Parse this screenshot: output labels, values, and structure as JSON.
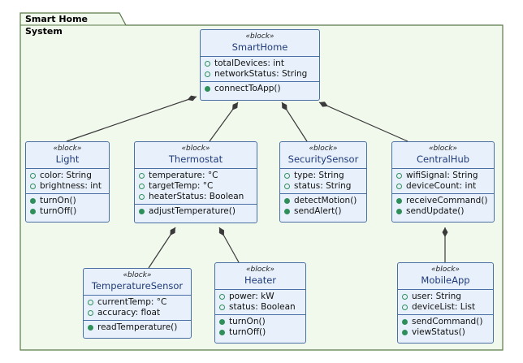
{
  "package": {
    "label": "Smart Home System"
  },
  "blocks": {
    "smarthome": {
      "stereotype": "«block»",
      "name": "SmartHome",
      "attributes": [
        "totalDevices: int",
        "networkStatus: String"
      ],
      "operations": [
        "connectToApp()"
      ]
    },
    "light": {
      "stereotype": "«block»",
      "name": "Light",
      "attributes": [
        "color: String",
        "brightness: int"
      ],
      "operations": [
        "turnOn()",
        "turnOff()"
      ]
    },
    "thermostat": {
      "stereotype": "«block»",
      "name": "Thermostat",
      "attributes": [
        "temperature: °C",
        "targetTemp: °C",
        "heaterStatus: Boolean"
      ],
      "operations": [
        "adjustTemperature()"
      ]
    },
    "securitysensor": {
      "stereotype": "«block»",
      "name": "SecuritySensor",
      "attributes": [
        "type: String",
        "status: String"
      ],
      "operations": [
        "detectMotion()",
        "sendAlert()"
      ]
    },
    "centralhub": {
      "stereotype": "«block»",
      "name": "CentralHub",
      "attributes": [
        "wifiSignal: String",
        "deviceCount: int"
      ],
      "operations": [
        "receiveCommand()",
        "sendUpdate()"
      ]
    },
    "temperaturesensor": {
      "stereotype": "«block»",
      "name": "TemperatureSensor",
      "attributes": [
        "currentTemp: °C",
        "accuracy: float"
      ],
      "operations": [
        "readTemperature()"
      ]
    },
    "heater": {
      "stereotype": "«block»",
      "name": "Heater",
      "attributes": [
        "power: kW",
        "status: Boolean"
      ],
      "operations": [
        "turnOn()",
        "turnOff()"
      ]
    },
    "mobileapp": {
      "stereotype": "«block»",
      "name": "MobileApp",
      "attributes": [
        "user: String",
        "deviceList: List"
      ],
      "operations": [
        "sendCommand()",
        "viewStatus()"
      ]
    }
  },
  "relations": [
    {
      "whole": "smarthome",
      "part": "light",
      "kind": "composition"
    },
    {
      "whole": "smarthome",
      "part": "thermostat",
      "kind": "composition"
    },
    {
      "whole": "smarthome",
      "part": "securitysensor",
      "kind": "composition"
    },
    {
      "whole": "smarthome",
      "part": "centralhub",
      "kind": "composition"
    },
    {
      "whole": "thermostat",
      "part": "temperaturesensor",
      "kind": "composition"
    },
    {
      "whole": "thermostat",
      "part": "heater",
      "kind": "composition"
    },
    {
      "whole": "centralhub",
      "part": "mobileapp",
      "kind": "composition"
    }
  ],
  "colors": {
    "package_fill": "#f1f8ec",
    "package_border": "#5a7a4a",
    "block_fill": "#e8f1fb",
    "block_border": "#4a6fa5",
    "visibility": "#2f8f5a",
    "connector": "#3a3a3a"
  }
}
